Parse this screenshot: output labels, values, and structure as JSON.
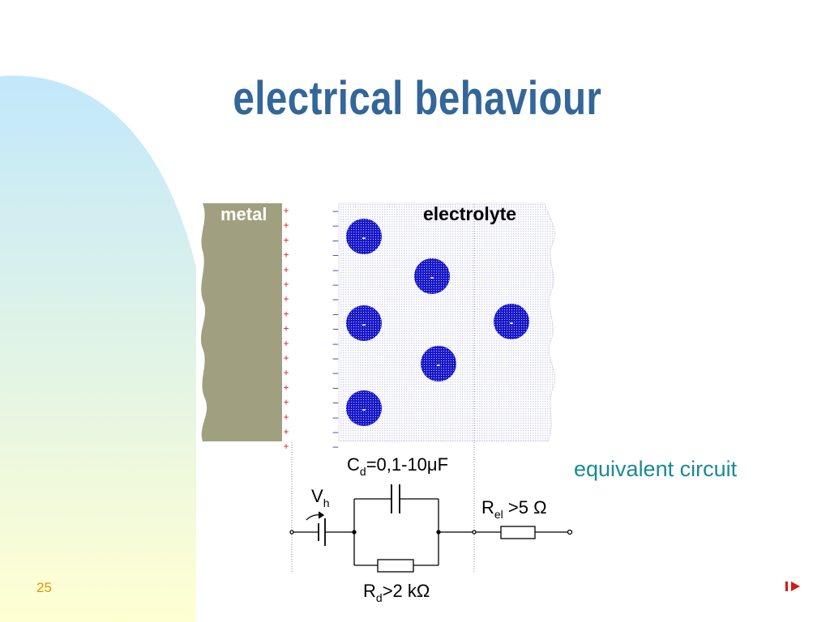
{
  "slide": {
    "title": "electrical behaviour",
    "page_number": "25"
  },
  "diagram": {
    "metal_label": "metal",
    "electrolyte_label": "electrolyte",
    "ion_symbol": "-",
    "metal_charge_symbol": "+",
    "electrolyte_charge_symbol": "–",
    "cd_label": {
      "main": "C",
      "sub": "d",
      "rest": "=0,1-10μF"
    },
    "vh_label": {
      "main": "V",
      "sub": "h"
    },
    "rel_label": {
      "main": "R",
      "sub": "el",
      "rest": " >5 Ω"
    },
    "rd_label": {
      "main": "R",
      "sub": "d",
      "rest": ">2 kΩ"
    }
  },
  "equivalent_circuit_label": "equivalent circuit",
  "navigation": {
    "next_icon": "play-arrow-icon"
  },
  "colors": {
    "title": "#336699",
    "metal": "#a0a080",
    "ion": "#1a1ad0",
    "equivalent_circuit": "#1a8a94",
    "page_number": "#e69400",
    "next_arrow": "#d81818"
  }
}
